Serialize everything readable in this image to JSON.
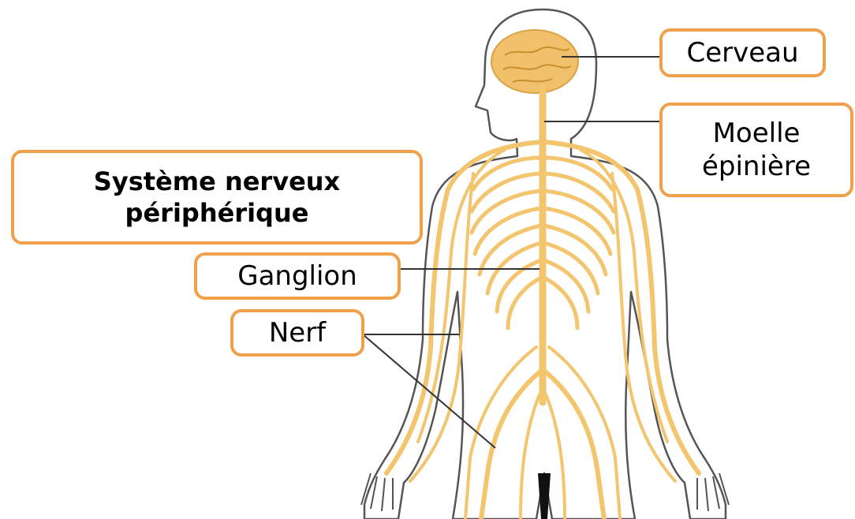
{
  "labels": {
    "cerveau": "Cerveau",
    "moelle_line1": "Moelle",
    "moelle_line2": "épinière",
    "systeme_line1": "Système nerveux",
    "systeme_line2": "périphérique",
    "ganglion": "Ganglion",
    "nerf": "Nerf"
  },
  "colors": {
    "label_border": "#f0a04b",
    "nerve": "#f2c56e",
    "brain": "#f1c06a",
    "body_outline": "#555555",
    "leader_line": "#333333"
  },
  "icons": {
    "figure": "human-nervous-system-figure"
  }
}
